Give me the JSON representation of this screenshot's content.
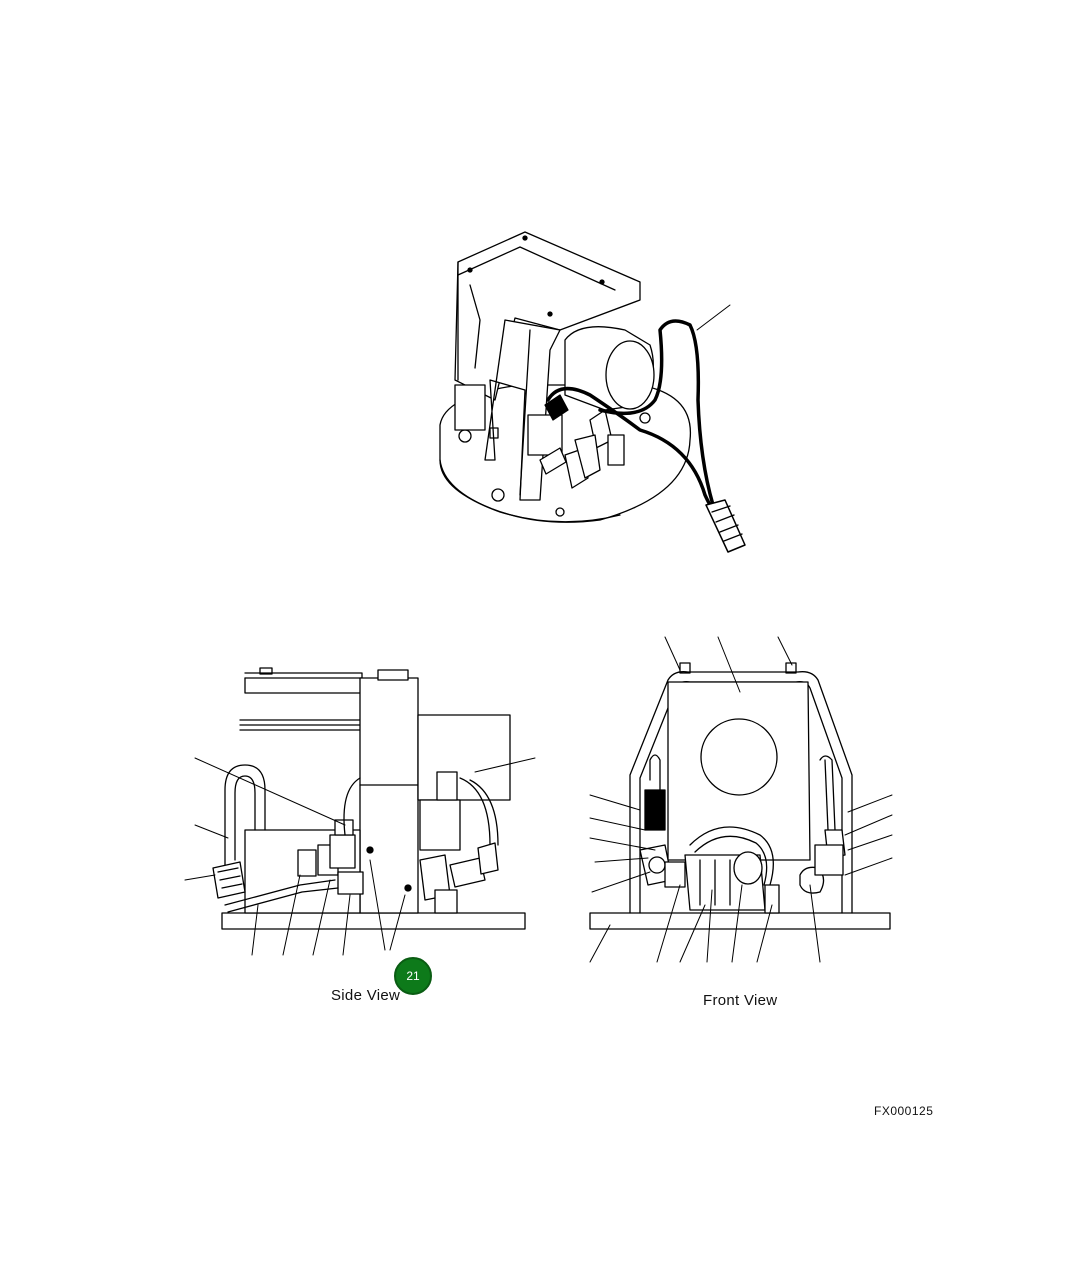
{
  "views": {
    "side_label": "Side View",
    "front_label": "Front View"
  },
  "callout": {
    "number": "21",
    "color": "#0d7a1a"
  },
  "figure_id": "FX000125"
}
